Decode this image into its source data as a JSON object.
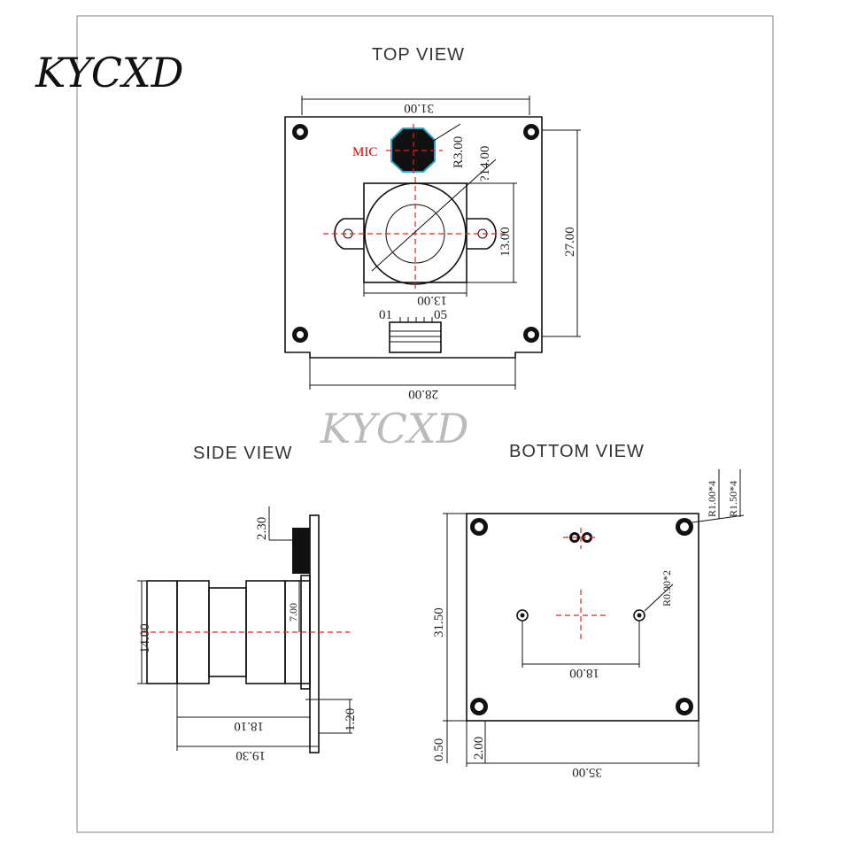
{
  "brand": {
    "logo": "KYCXD",
    "watermark": "KYCXD"
  },
  "views": {
    "top": "TOP VIEW",
    "side": "SIDE VIEW",
    "bottom": "BOTTOM  VIEW"
  },
  "top_view": {
    "mic_label": "MIC",
    "width_dim": "31.00",
    "mic_radius_dim": "R3.00",
    "lens_dia_dim": "?14.00",
    "lens_height_dim": "13.00",
    "hole_spacing_dim": "27.00",
    "lens_width_dim": "13.00",
    "pin_first": "01",
    "pin_last": "05",
    "bottom_width_dim": "28.00"
  },
  "side_view": {
    "thickness_dim": "2.30",
    "lens_height_dim": "14.00",
    "lens_half_dim": "7.00",
    "pcb_dim": "1.20",
    "length_dim": "18.10",
    "total_length_dim": "19.30"
  },
  "bottom_view": {
    "hole_radius_dim": "R1.00*4",
    "pad_radius_dim": "R1.50*4",
    "small_hole_dim": "R0.90*2",
    "height_dim": "31.50",
    "hole_spacing_dim": "18.00",
    "offset_a_dim": "0.50",
    "offset_b_dim": "2.00",
    "width_dim": "35.00"
  }
}
